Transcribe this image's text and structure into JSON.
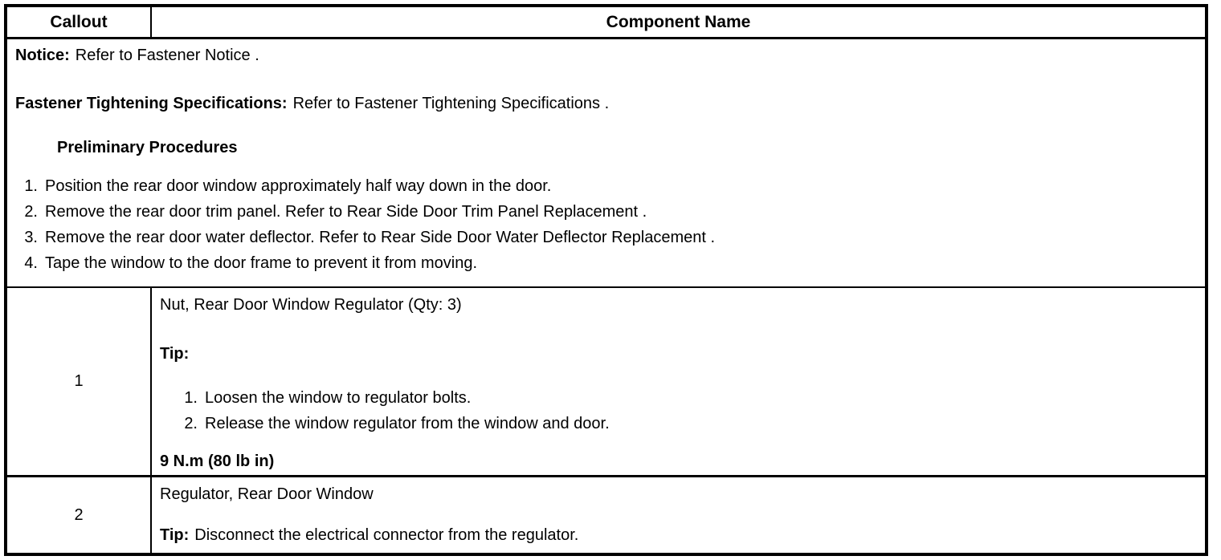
{
  "header": {
    "callout": "Callout",
    "component": "Component Name"
  },
  "preamble": {
    "notice_label": "Notice:",
    "notice_text": "Refer to Fastener Notice .",
    "fastener_label": "Fastener Tightening Specifications:",
    "fastener_text": "Refer to Fastener Tightening Specifications .",
    "preliminary_title": "Preliminary Procedures",
    "steps": [
      {
        "num": "1.",
        "text": "Position the rear door window approximately half way down in the door."
      },
      {
        "num": "2.",
        "text": "Remove the rear door trim panel. Refer to Rear Side Door Trim Panel Replacement ."
      },
      {
        "num": "3.",
        "text": "Remove the rear door water deflector. Refer to Rear Side Door Water Deflector Replacement ."
      },
      {
        "num": "4.",
        "text": "Tape the window to the door frame to prevent it from moving."
      }
    ]
  },
  "callout_rows": [
    {
      "callout": "1",
      "component": "Nut, Rear Door Window Regulator (Qty: 3)",
      "tip_label": "Tip:",
      "steps": [
        {
          "num": "1.",
          "text": "Loosen the window to regulator bolts."
        },
        {
          "num": "2.",
          "text": "Release the window regulator from the window and door."
        }
      ],
      "torque": "9 N.m (80 lb in)"
    },
    {
      "callout": "2",
      "component": "Regulator, Rear Door Window",
      "tip_label": "Tip:",
      "tip_text": "Disconnect the electrical connector from the regulator."
    }
  ]
}
